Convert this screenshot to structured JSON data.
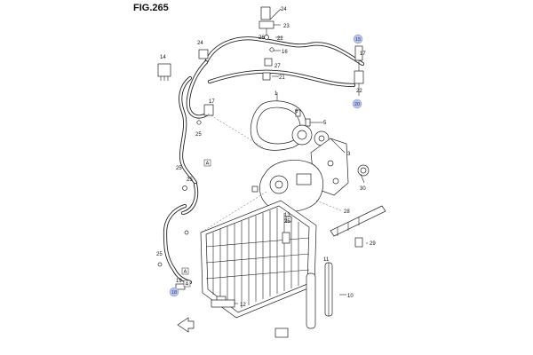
{
  "figure": {
    "title": "FIG.265"
  },
  "callouts": {
    "n1": "1",
    "n3": "3",
    "n5": "5",
    "n6": "6",
    "n10": "10",
    "n11": "11",
    "n12": "12",
    "n13": "13",
    "n14": "14",
    "n16": "16",
    "n17a": "17",
    "n17b": "17",
    "n19": "19",
    "n21": "21",
    "n22": "22",
    "n23": "23",
    "n24a": "24",
    "n24b": "24",
    "n25a": "25",
    "n25b": "25",
    "n25c": "25",
    "n25d": "25",
    "n25e": "25",
    "n26": "26",
    "n27": "27",
    "n28": "28",
    "n29": "29",
    "n30": "30"
  },
  "highlighted_refs": {
    "r15": "15",
    "r18": "18",
    "r20": "20"
  },
  "view_marks": {
    "a1": "A",
    "a2": "A",
    "a3": "A"
  },
  "colors": {
    "line": "#222222",
    "highlight_fill": "#b9c3ea",
    "highlight_text": "#2a3a7a"
  },
  "icons": {
    "front": "front-direction-arrow-icon"
  }
}
